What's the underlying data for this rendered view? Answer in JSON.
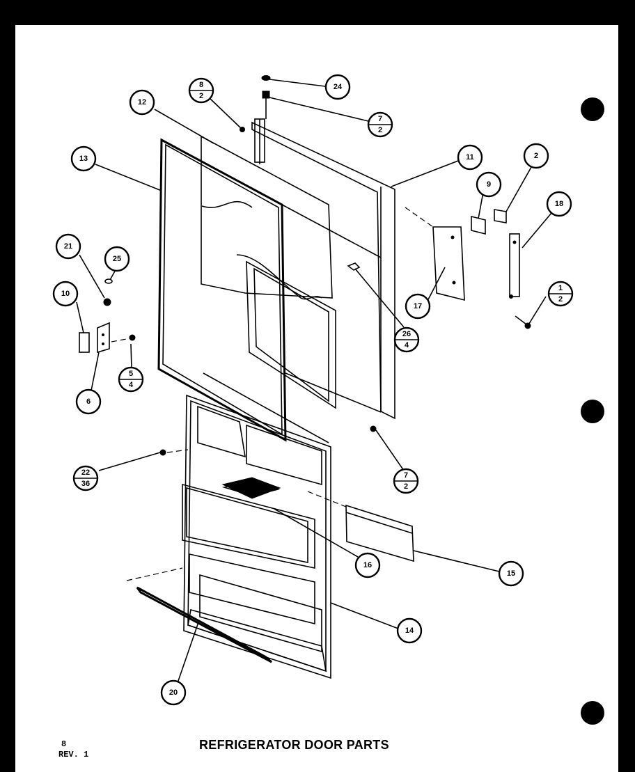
{
  "title": "REFRIGERATOR DOOR PARTS",
  "page_number": "8",
  "revision": "REV. 1",
  "callouts": [
    {
      "id": "c-24",
      "num": "24"
    },
    {
      "id": "c-8-2",
      "num": "8",
      "den": "2"
    },
    {
      "id": "c-7-2-top",
      "num": "7",
      "den": "2"
    },
    {
      "id": "c-12",
      "num": "12"
    },
    {
      "id": "c-13",
      "num": "13"
    },
    {
      "id": "c-11",
      "num": "11"
    },
    {
      "id": "c-2",
      "num": "2"
    },
    {
      "id": "c-9",
      "num": "9"
    },
    {
      "id": "c-18",
      "num": "18"
    },
    {
      "id": "c-21",
      "num": "21"
    },
    {
      "id": "c-25",
      "num": "25"
    },
    {
      "id": "c-10",
      "num": "10"
    },
    {
      "id": "c-5-4",
      "num": "5",
      "den": "4"
    },
    {
      "id": "c-6",
      "num": "6"
    },
    {
      "id": "c-17",
      "num": "17"
    },
    {
      "id": "c-1-2",
      "num": "1",
      "den": "2"
    },
    {
      "id": "c-26-4",
      "num": "26",
      "den": "4"
    },
    {
      "id": "c-7-2-mid",
      "num": "7",
      "den": "2"
    },
    {
      "id": "c-22-36",
      "num": "22",
      "den": "36"
    },
    {
      "id": "c-16",
      "num": "16"
    },
    {
      "id": "c-15",
      "num": "15"
    },
    {
      "id": "c-14",
      "num": "14"
    },
    {
      "id": "c-20",
      "num": "20"
    }
  ]
}
